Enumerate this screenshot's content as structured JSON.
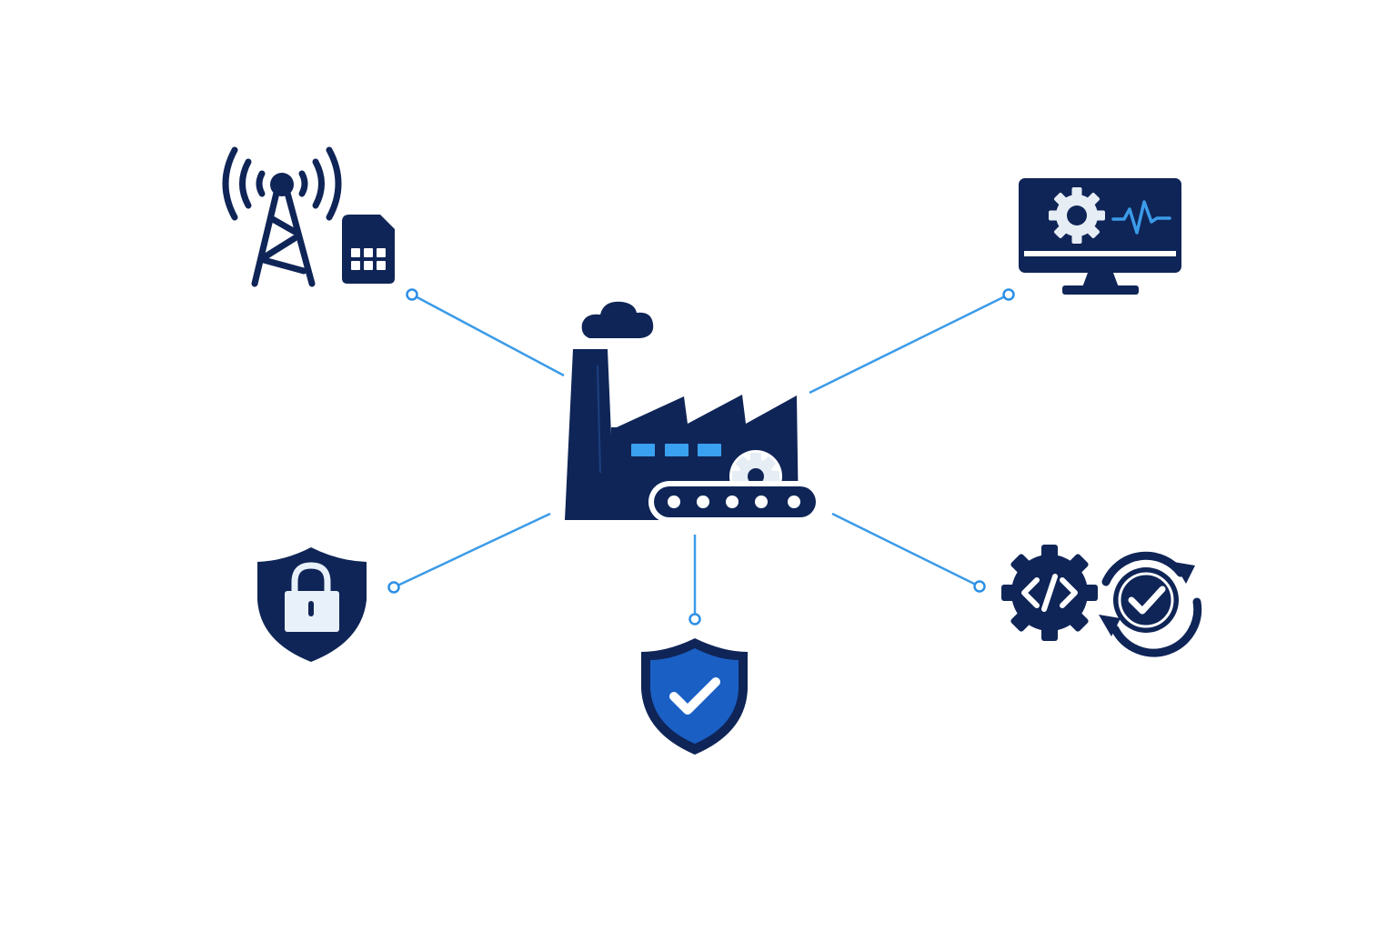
{
  "colors": {
    "primary": "#0f2557",
    "accent": "#3b9be8",
    "accent_bright": "#2b8fe6",
    "shield_blue": "#1a5fc4",
    "light": "#e8f1fa",
    "background": "#ffffff"
  },
  "hub": {
    "icon": "factory-icon",
    "parts": [
      "smoke-cloud-icon",
      "chimney-icon",
      "sawtooth-roof-icon",
      "window-lights-icon",
      "gear-icon",
      "conveyor-belt-icon"
    ]
  },
  "nodes": [
    {
      "id": "connectivity",
      "icons": [
        "cell-tower-icon",
        "sim-card-icon"
      ]
    },
    {
      "id": "monitoring",
      "icons": [
        "monitor-icon",
        "gear-icon",
        "pulse-wave-icon"
      ]
    },
    {
      "id": "access-security",
      "icons": [
        "shield-lock-icon"
      ]
    },
    {
      "id": "compliance",
      "icons": [
        "shield-check-icon"
      ]
    },
    {
      "id": "software-updates",
      "icons": [
        "code-gear-icon",
        "sync-check-icon"
      ]
    }
  ]
}
